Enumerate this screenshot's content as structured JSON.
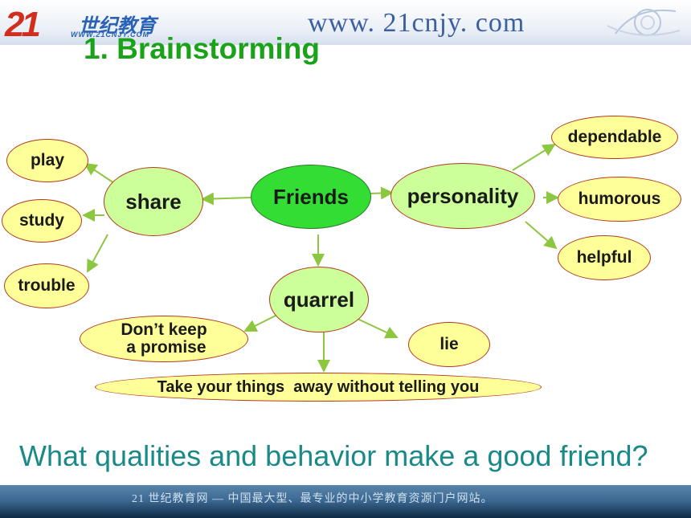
{
  "header": {
    "logo_mark": "21",
    "logo_cn": "世纪教育",
    "logo_sub": "WWW.21CNJY.COM",
    "url": "www. 21cnjy. com"
  },
  "title": "1. Brainstorming",
  "nodes": {
    "friends": "Friends",
    "share": "share",
    "personality": "personality",
    "quarrel": "quarrel",
    "play": "play",
    "study": "study",
    "trouble": "trouble",
    "dependable": "dependable",
    "humorous": "humorous",
    "helpful": "helpful",
    "promise_line1": "Don’t keep",
    "promise_line2": " a promise",
    "lie": "lie",
    "take": "Take your things  away without telling you"
  },
  "question": "What qualities and behavior make a good friend?",
  "footer": "21 世纪教育网 — 中国最大型、最专业的中小学教育资源门户网站。",
  "colors": {
    "arrow": "#8dc63f",
    "title": "#1aa31a",
    "question": "#1a8a88",
    "node_yellow": "#ffff99",
    "node_light_green": "#ccff99",
    "node_bright_green": "#33dd33",
    "node_border": "#b23a1e"
  }
}
